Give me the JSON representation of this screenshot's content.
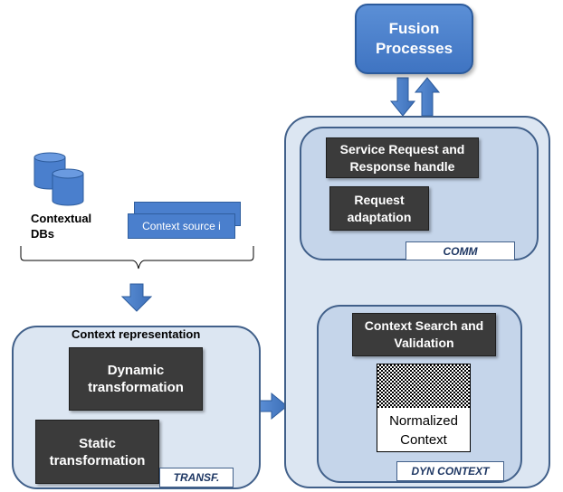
{
  "fusion": {
    "label_line1": "Fusion",
    "label_line2": "Processes"
  },
  "comm": {
    "service_line1": "Service Request and",
    "service_line2": "Response handle",
    "adapt_line1": "Request",
    "adapt_line2": "adaptation",
    "tag": "COMM"
  },
  "dyn": {
    "search_line1": "Context Search and",
    "search_line2": "Validation",
    "normalized_line1": "Normalized",
    "normalized_line2": "Context",
    "tag": "DYN CONTEXT"
  },
  "sources": {
    "db_line1": "Contextual",
    "db_line2": "DBs",
    "context_source": "Context source i"
  },
  "transf": {
    "title": "Context representation",
    "dynamic_line1": "Dynamic",
    "dynamic_line2": "transformation",
    "static_line1": "Static",
    "static_line2": "transformation",
    "tag": "TRANSF."
  },
  "colors": {
    "panel_fill": "#dce6f2",
    "inner_fill": "#c5d5ea",
    "border": "#41608a",
    "dark_box": "#3b3b3b",
    "accent_blue": "#4a7fcd"
  }
}
